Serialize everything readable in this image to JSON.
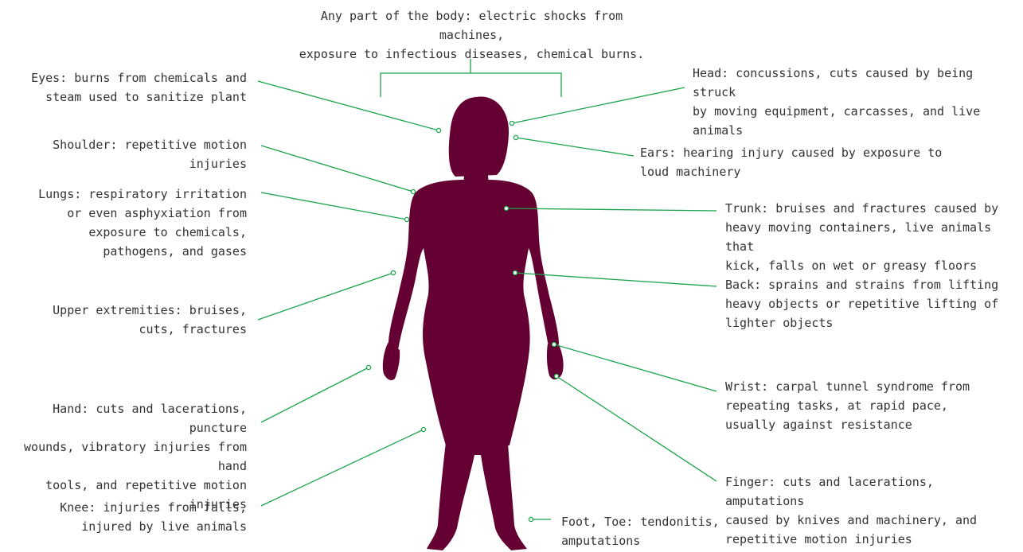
{
  "colors": {
    "line": "#1aa34a",
    "figure": "#650033",
    "text": "#333333"
  },
  "labels": {
    "any_part": "Any part of the body: electric shocks from machines,\nexposure to infectious diseases, chemical burns.",
    "eyes": "Eyes: burns from chemicals and\nsteam used to sanitize plant",
    "head": "Head: concussions, cuts caused by being struck\nby moving equipment, carcasses, and live animals",
    "ears": "Ears: hearing injury caused by exposure to\nloud machinery",
    "shoulder": "Shoulder: repetitive motion injuries",
    "lungs": "Lungs: respiratory irritation\nor even asphyxiation from\nexposure to chemicals,\npathogens, and gases",
    "trunk": "Trunk: bruises and fractures caused by\nheavy moving containers, live animals that\nkick, falls on wet or greasy floors",
    "back": "Back: sprains and strains from lifting\nheavy objects or repetitive lifting of\nlighter objects",
    "upper": "Upper extremities: bruises,\ncuts, fractures",
    "wrist": "Wrist: carpal tunnel syndrome from\nrepeating tasks, at rapid pace,\nusually against resistance",
    "hand": "Hand: cuts and lacerations, puncture\nwounds, vibratory injuries from hand\ntools, and repetitive motion injuries",
    "finger": "Finger: cuts and lacerations, amputations\ncaused by knives and machinery, and\nrepetitive motion injuries",
    "knee": "Knee: injuries from falls,\ninjured by live animals",
    "foot": "Foot, Toe: tendonitis,\namputations"
  }
}
